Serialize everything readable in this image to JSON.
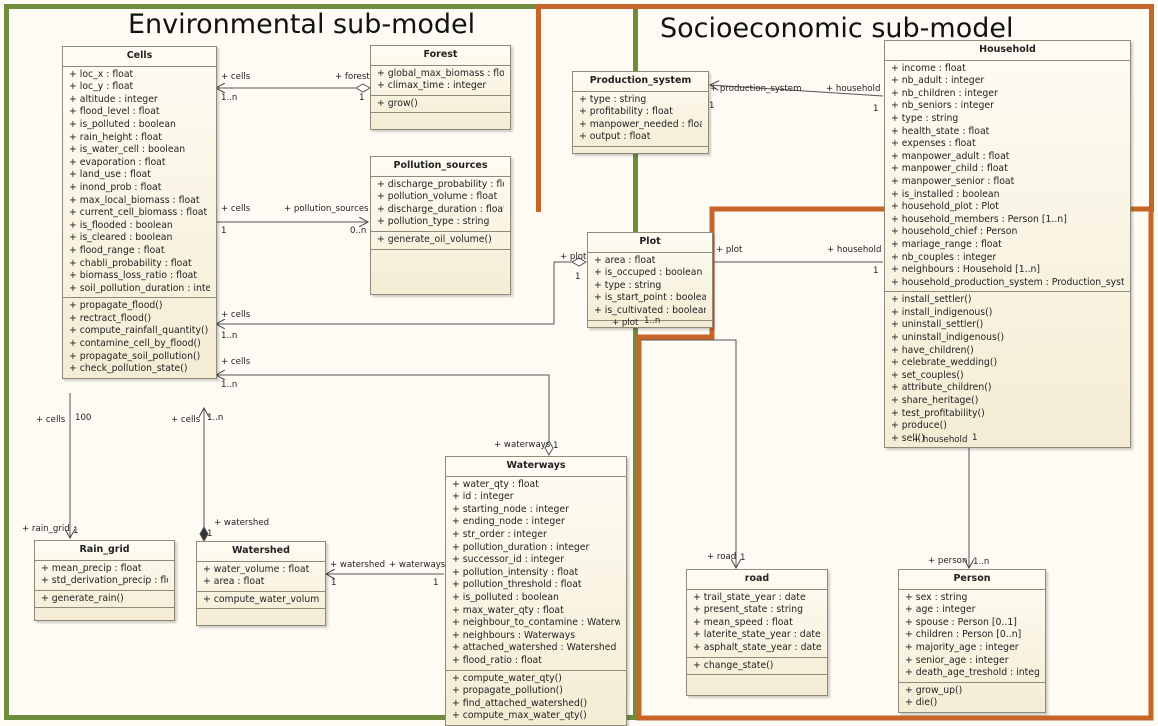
{
  "titles": {
    "environmental": "Environmental sub-model",
    "socioeconomic": "Socioeconomic sub-model"
  },
  "colors": {
    "environmental_border": "#6f8b3c",
    "socioeconomic_border": "#c8662a",
    "class_fill": "#f6efd9"
  },
  "classes": {
    "cells": {
      "name": "Cells",
      "attributes": [
        "+ loc_x : float",
        "+ loc_y : float",
        "+ altitude : integer",
        "+ flood_level : float",
        "+ is_polluted : boolean",
        "+ rain_height : float",
        "+ is_water_cell : boolean",
        "+ evaporation : float",
        "+ land_use : float",
        "+ inond_prob : float",
        "+ max_local_biomass : float",
        "+ current_cell_biomass : float",
        "+ is_flooded : boolean",
        "+ is_cleared : boolean",
        "+ flood_range : float",
        "+ chabli_probability : float",
        "+ biomass_loss_ratio : float",
        "+ soil_pollution_duration : integer"
      ],
      "operations": [
        "+ propagate_flood()",
        "+ rectract_flood()",
        "+ compute_rainfall_quantity()",
        "+ contamine_cell_by_flood()",
        "+ propagate_soil_pollution()",
        "+ check_pollution_state()"
      ]
    },
    "forest": {
      "name": "Forest",
      "attributes": [
        "+ global_max_biomass : float",
        "+ climax_time : integer"
      ],
      "operations": [
        "+ grow()"
      ]
    },
    "pollution_sources": {
      "name": "Pollution_sources",
      "attributes": [
        "+ discharge_probability : float",
        "+ pollution_volume : float",
        "+ discharge_duration : float",
        "+ pollution_type : string"
      ],
      "operations": [
        "+ generate_oil_volume()"
      ]
    },
    "plot": {
      "name": "Plot",
      "attributes": [
        "+ area : float",
        "+ is_occuped : boolean",
        "+ type : string",
        "+ is_start_point : boolean",
        "+ is_cultivated : boolean"
      ],
      "operations": []
    },
    "production_system": {
      "name": "Production_system",
      "attributes": [
        "+ type : string",
        "+ profitability : float",
        "+ manpower_needed : float",
        "+ output : float"
      ],
      "operations": []
    },
    "household": {
      "name": "Household",
      "attributes": [
        "+ income : float",
        "+ nb_adult : integer",
        "+ nb_children : integer",
        "+ nb_seniors : integer",
        "+ type : string",
        "+ health_state : float",
        "+ expenses : float",
        "+ manpower_adult : float",
        "+ manpower_child : float",
        "+ manpower_senior : float",
        "+ is_installed : boolean",
        "+ household_plot : Plot",
        "+ household_members : Person [1..n]",
        "+ household_chief : Person",
        "+ mariage_range : float",
        "+ nb_couples : integer",
        "+ neighbours : Household [1..n]",
        "+ household_production_system : Production_syst..."
      ],
      "operations": [
        "+ install_settler()",
        "+ install_indigenous()",
        "+ uninstall_settler()",
        "+ uninstall_indigenous()",
        "+ have_children()",
        "+ celebrate_wedding()",
        "+ set_couples()",
        "+ attribute_children()",
        "+ share_heritage()",
        "+ test_profitability()",
        "+ produce()",
        "+ sell()"
      ]
    },
    "rain_grid": {
      "name": "Rain_grid",
      "attributes": [
        "+ mean_precip : float",
        "+ std_derivation_precip : float"
      ],
      "operations": [
        "+ generate_rain()"
      ]
    },
    "watershed": {
      "name": "Watershed",
      "attributes": [
        "+ water_volume : float",
        "+ area : float"
      ],
      "operations": [
        "+ compute_water_volume()"
      ]
    },
    "waterways": {
      "name": "Waterways",
      "attributes": [
        "+ water_qty : float",
        "+ id : integer",
        "+ starting_node : integer",
        "+ ending_node : integer",
        "+ str_order : integer",
        "+ pollution_duration : integer",
        "+ successor_id : integer",
        "+ pollution_intensity : float",
        "+ pollution_threshold : float",
        "+ is_polluted : boolean",
        "+ max_water_qty : float",
        "+ neighbour_to_contamine : Waterways",
        "+ neighbours : Waterways",
        "+ attached_watershed : Watershed",
        "+ flood_ratio : float"
      ],
      "operations": [
        "+ compute_water_qty()",
        "+ propagate_pollution()",
        "+ find_attached_watershed()",
        "+ compute_max_water_qty()"
      ]
    },
    "road": {
      "name": "road",
      "attributes": [
        "+ trail_state_year : date",
        "+ present_state : string",
        "+ mean_speed : float",
        "+ laterite_state_year : date",
        "+ asphalt_state_year : date"
      ],
      "operations": [
        "+ change_state()"
      ]
    },
    "person": {
      "name": "Person",
      "attributes": [
        "+ sex : string",
        "+ age : integer",
        "+ spouse : Person [0..1]",
        "+ children : Person [0..n]",
        "+ majority_age : integer",
        "+ senior_age : integer",
        "+ death_age_treshold : integer"
      ],
      "operations": [
        "+ grow_up()",
        "+ die()"
      ]
    }
  },
  "association_labels": [
    {
      "id": "cf_cells",
      "text": "+ cells"
    },
    {
      "id": "cf_forest",
      "text": "+ forest"
    },
    {
      "id": "cf_m1",
      "text": "1..n"
    },
    {
      "id": "cf_m2",
      "text": "1"
    },
    {
      "id": "cp_cells",
      "text": "+ cells"
    },
    {
      "id": "cp_ps",
      "text": "+ pollution_sources"
    },
    {
      "id": "cp_m1",
      "text": "1"
    },
    {
      "id": "cp_m2",
      "text": "0..n"
    },
    {
      "id": "cpl_cells",
      "text": "+ cells"
    },
    {
      "id": "cpl_m1",
      "text": "1..n"
    },
    {
      "id": "cpl_plot",
      "text": "+ plot"
    },
    {
      "id": "cpl_m2",
      "text": "1"
    },
    {
      "id": "cw_cells",
      "text": "+ cells"
    },
    {
      "id": "cw_m1",
      "text": "1..n"
    },
    {
      "id": "cw_ww",
      "text": "+ waterways"
    },
    {
      "id": "cw_m2",
      "text": "1"
    },
    {
      "id": "cr_cells",
      "text": "+ cells"
    },
    {
      "id": "cr_m1",
      "text": "100"
    },
    {
      "id": "cr_rg",
      "text": "+ rain_grid"
    },
    {
      "id": "cr_m2",
      "text": "1"
    },
    {
      "id": "cws_cells",
      "text": "+ cells"
    },
    {
      "id": "cws_m1",
      "text": "1..n"
    },
    {
      "id": "cws_ws",
      "text": "+ watershed"
    },
    {
      "id": "cws_m2",
      "text": "1"
    },
    {
      "id": "ww_ws",
      "text": "+ watershed"
    },
    {
      "id": "ww_ww",
      "text": "+ waterways"
    },
    {
      "id": "ww_m1",
      "text": "1"
    },
    {
      "id": "ww_m2",
      "text": "1"
    },
    {
      "id": "ph_ps",
      "text": "+ production_system"
    },
    {
      "id": "ph_hh",
      "text": "+ household"
    },
    {
      "id": "ph_m1",
      "text": "1"
    },
    {
      "id": "ph_m2",
      "text": "1"
    },
    {
      "id": "plh_plot",
      "text": "+ plot"
    },
    {
      "id": "plh_hh",
      "text": "+ household"
    },
    {
      "id": "plh_m",
      "text": "1"
    },
    {
      "id": "plr_plot",
      "text": "+ plot"
    },
    {
      "id": "plr_m1",
      "text": "1..n"
    },
    {
      "id": "plr_road",
      "text": "+ road"
    },
    {
      "id": "plr_m2",
      "text": "1"
    },
    {
      "id": "hp_hh",
      "text": "+ household"
    },
    {
      "id": "hp_m1",
      "text": "1"
    },
    {
      "id": "hp_person",
      "text": "+ person"
    },
    {
      "id": "hp_m2",
      "text": "1..n"
    }
  ]
}
